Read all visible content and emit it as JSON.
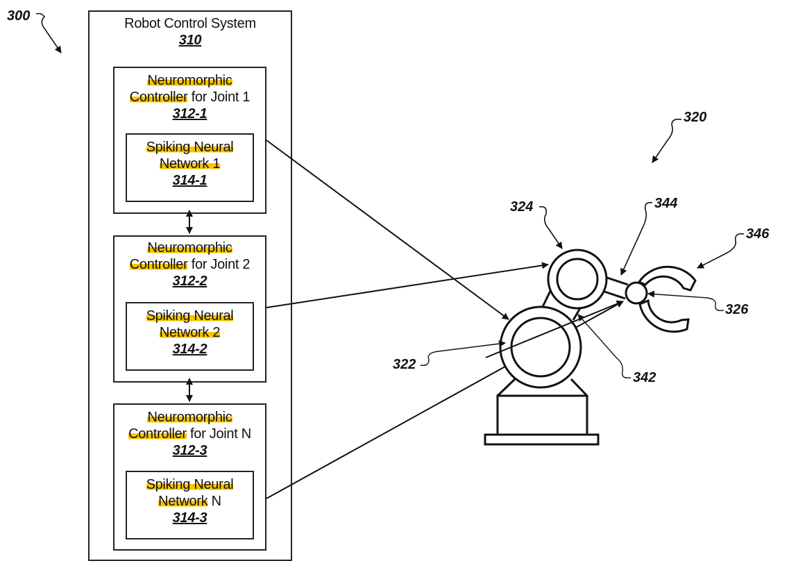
{
  "figure": {
    "ref": "300",
    "system": {
      "title": "Robot Control System",
      "ref": "310",
      "controllers": [
        {
          "line1": "Neuromorphic",
          "line2a": "Controller",
          "line2b": " for Joint 1",
          "ref": "312-1",
          "snn": {
            "line1": "Spiking Neural",
            "line2a": "Network",
            "line2b": " 1",
            "ref": "314-1"
          }
        },
        {
          "line1": "Neuromorphic",
          "line2a": "Controller",
          "line2b": " for Joint 2",
          "ref": "312-2",
          "snn": {
            "line1": "Spiking Neural",
            "line2a": "Network",
            "line2b": " 2",
            "ref": "314-2"
          }
        },
        {
          "line1": "Neuromorphic",
          "line2a": "Controller",
          "line2b": " for Joint N",
          "ref": "312-3",
          "snn": {
            "line1": "Spiking Neural",
            "line2a": "Network",
            "line2b": " N",
            "ref": "314-3"
          }
        }
      ]
    },
    "robot": {
      "ref": "320",
      "labels": {
        "base_joint": "322",
        "elbow_joint": "324",
        "wrist_joint": "326",
        "lower_link": "342",
        "upper_link": "344",
        "gripper": "346"
      }
    },
    "highlight_color": "#f8c400"
  }
}
